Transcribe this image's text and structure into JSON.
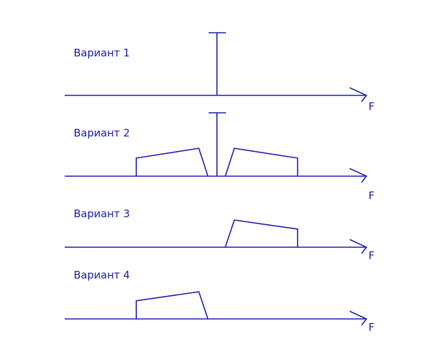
{
  "colors": {
    "ink": "#1a1ab0",
    "background": "#ffffff"
  },
  "axis_label": "F",
  "variants": [
    {
      "label": "Вариант 1",
      "carrier": true,
      "bands": []
    },
    {
      "label": "Вариант 2",
      "carrier": true,
      "bands": [
        "lower-sideband",
        "upper-sideband"
      ]
    },
    {
      "label": "Вариант 3",
      "carrier": false,
      "bands": [
        "upper-sideband"
      ]
    },
    {
      "label": "Вариант 4",
      "carrier": false,
      "bands": [
        "lower-sideband"
      ]
    }
  ]
}
